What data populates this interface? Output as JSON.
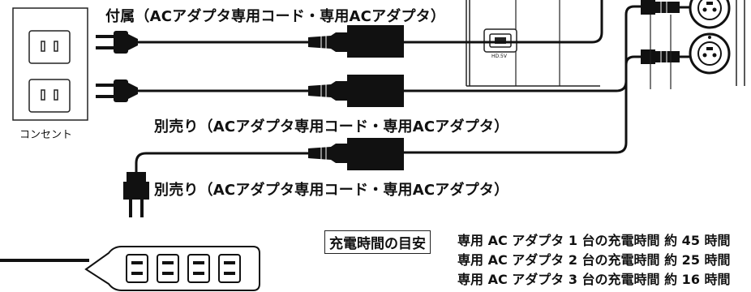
{
  "labels": {
    "bundled": "付属（ACアダプタ専用コード・専用ACアダプタ）",
    "sold_separately_1": "別売り（ACアダプタ専用コード・専用ACアダプタ）",
    "sold_separately_2": "別売り（ACアダプタ専用コード・専用ACアダプタ）",
    "outlet": "コンセント",
    "port_label": "HD.5V"
  },
  "charge_time": {
    "title": "充電時間の目安",
    "lines": [
      "専用 AC アダプタ 1 台の充電時間 約 45 時間",
      "専用 AC アダプタ 2 台の充電時間 約 25 時間",
      "専用 AC アダプタ 3 台の充電時間 約 16 時間"
    ]
  }
}
